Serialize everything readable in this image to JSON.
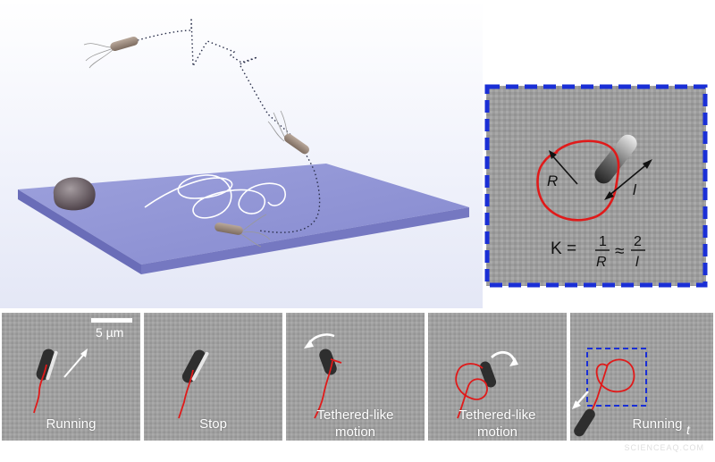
{
  "inset": {
    "radius_label": "R",
    "length_label": "l",
    "equation": {
      "lhs": "K =",
      "frac1_num": "1",
      "frac1_den": "R",
      "approx": "≈",
      "frac2_num": "2",
      "frac2_den": "l"
    }
  },
  "strip": {
    "scale_bar_label": "5 µm",
    "time_axis_label": "t",
    "frames": [
      {
        "label_lines": [
          "Running"
        ]
      },
      {
        "label_lines": [
          "Stop"
        ]
      },
      {
        "label_lines": [
          "Tethered-like",
          "motion"
        ]
      },
      {
        "label_lines": [
          "Tethered-like",
          "motion"
        ]
      },
      {
        "label_lines": [
          "Running"
        ]
      }
    ]
  },
  "watermark": "SCIENCEAQ.COM",
  "colors": {
    "surface": "#8f93d4",
    "trajectory": "#e01a1a",
    "inset_border": "#1a2fd6",
    "frame_bg": "#9c9c9c"
  }
}
